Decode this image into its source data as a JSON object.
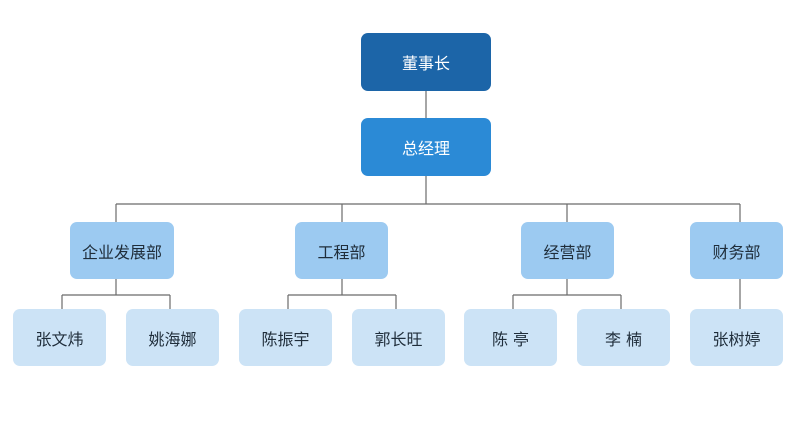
{
  "chairman": "董事长",
  "general_manager": "总经理",
  "departments": [
    {
      "name": "企业发展部",
      "members": [
        "张文炜",
        "姚海娜"
      ]
    },
    {
      "name": "工程部",
      "members": [
        "陈振宇",
        "郭长旺"
      ]
    },
    {
      "name": "经营部",
      "members": [
        "陈 亭",
        "李 楠"
      ]
    },
    {
      "name": "财务部",
      "members": [
        "张树婷"
      ]
    }
  ],
  "colors": {
    "level1": "#1c65a8",
    "level2": "#2b8ad6",
    "level3": "#9ccaf1",
    "level4": "#cce3f6",
    "connector": "#6b6b6b"
  }
}
